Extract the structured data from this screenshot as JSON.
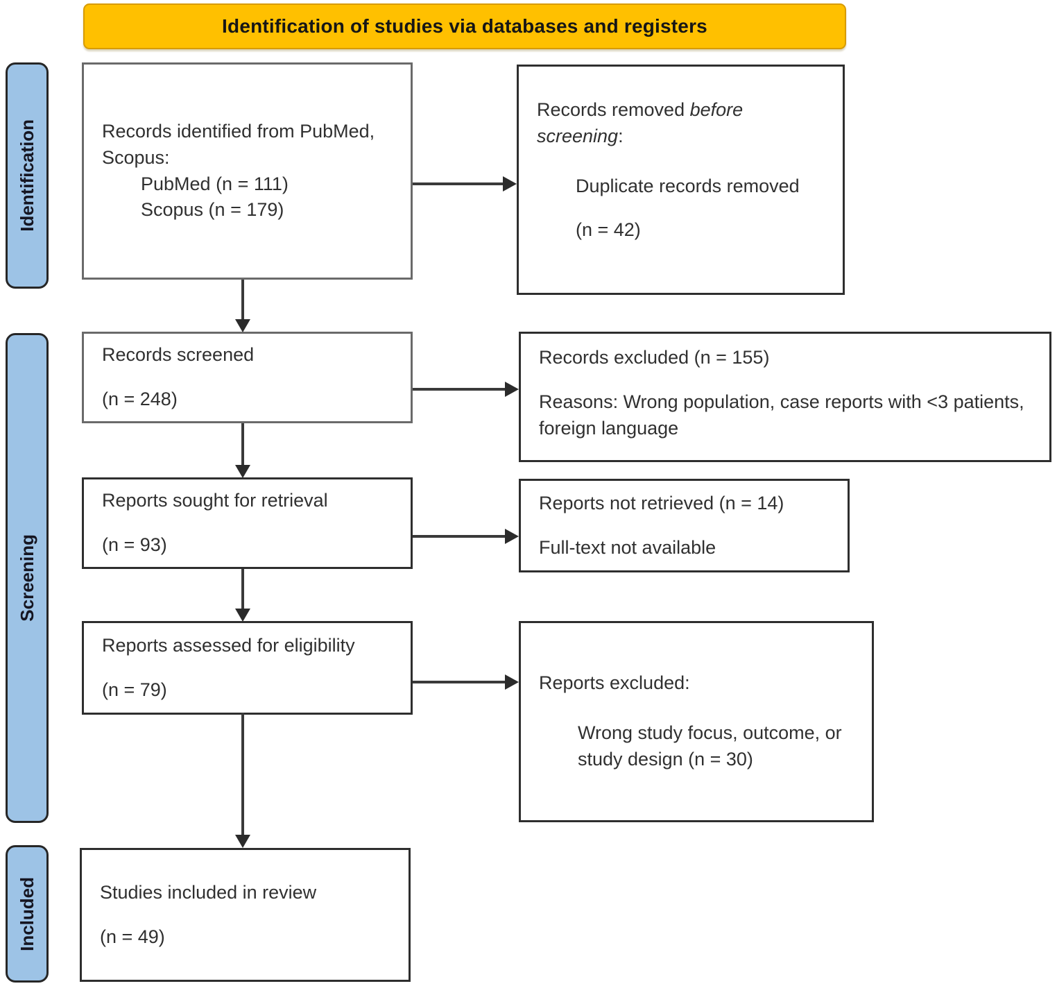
{
  "banner": {
    "label": "Identification of studies via databases and registers"
  },
  "stages": {
    "identification": "Identification",
    "screening": "Screening",
    "included": "Included"
  },
  "boxes": {
    "records_identified": {
      "title": "Records identified from PubMed, Scopus:",
      "sub_lines": [
        "PubMed (n = 111)",
        "Scopus (n = 179)"
      ]
    },
    "records_removed": {
      "prefix": "Records removed ",
      "italic": "before screening",
      "suffix": ":",
      "sub_line": "Duplicate records removed",
      "count": "(n = 42)"
    },
    "records_screened": {
      "title": "Records screened",
      "count": "(n = 248)"
    },
    "records_excluded": {
      "title": "Records excluded (n = 155)",
      "reasons": "Reasons: Wrong population, case reports with <3 patients, foreign language"
    },
    "reports_sought": {
      "title": "Reports sought for retrieval",
      "count": "(n = 93)"
    },
    "reports_not_retrieved": {
      "title": "Reports not retrieved (n = 14)",
      "detail": "Full-text not available"
    },
    "reports_assessed": {
      "title": "Reports assessed for eligibility",
      "count": "(n = 79)"
    },
    "reports_excluded": {
      "title": "Reports excluded:",
      "reason": "Wrong study focus, outcome, or study design (n = 30)"
    },
    "studies_included": {
      "title": "Studies included in review",
      "count": "(n = 49)"
    }
  },
  "colors": {
    "banner_bg": "#FFC000",
    "banner_border": "#D79B00",
    "stage_bg": "#9DC3E6",
    "stage_border": "#262626",
    "box_border_gray": "#6A6A6A",
    "box_border_dark": "#2E2E2E",
    "arrow": "#3A3A3A"
  }
}
